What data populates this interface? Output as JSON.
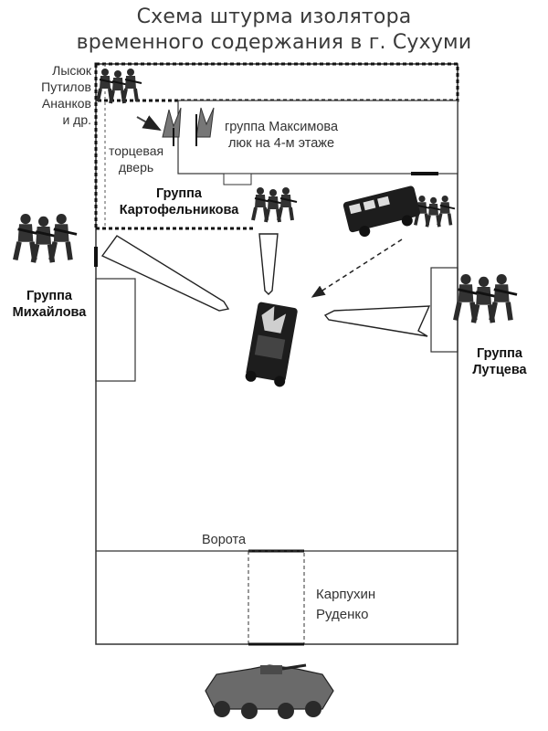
{
  "title": {
    "line1": "Схема штурма изолятора",
    "line2": "временного содержания в г. Сухуми"
  },
  "labels": {
    "names_top_left": [
      "Лысюк",
      "Путилов",
      "Ананков",
      "и др."
    ],
    "end_door": [
      "торцевая",
      "дверь"
    ],
    "maksimov": [
      "группа Максимова",
      "люк на 4-м этаже"
    ],
    "kartofelnikov": [
      "Группа",
      "Картофельникова"
    ],
    "mikhailov": [
      "Группа",
      "Михайлова"
    ],
    "luttsev": [
      "Группа",
      "Лутцева"
    ],
    "gate": "Ворота",
    "gate_names": [
      "Карпухин",
      "Руденко"
    ]
  },
  "icons": {
    "soldiers": "soldier-group-icon",
    "bus": "bus-icon",
    "burning_bus": "burning-bus-icon",
    "apc": "apc-icon",
    "explosion": "explosion-icon"
  }
}
